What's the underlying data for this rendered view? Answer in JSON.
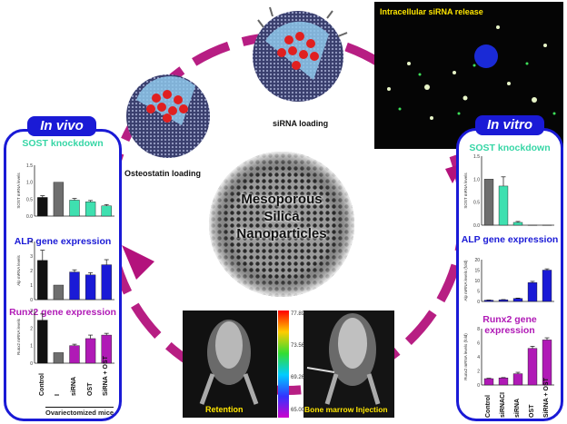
{
  "center_title": [
    "Mesoporous",
    "Silica",
    "Nanoparticles"
  ],
  "top_photo_caption": "Intracellular siRNA release",
  "particle_captions": {
    "left": "Osteostatin loading",
    "right": "siRNA loading"
  },
  "xray": {
    "left_label": "Retention",
    "right_label": "Bone marrow Injection",
    "scale_ticks": [
      "77.89",
      "73.56",
      "69.26",
      "65.00"
    ]
  },
  "in_vivo": {
    "header": "In vivo",
    "group_caption": "Ovariectomized mice",
    "x_labels": [
      "Control",
      "I",
      "siRNA",
      "OST",
      "SiRNA + OST"
    ],
    "charts": [
      {
        "title": "SOST knockdown",
        "ylabel": "SOST mRNA levels",
        "yticks": [
          "0.0",
          "0.5",
          "1.0",
          "1.5"
        ],
        "ymax": 1.5,
        "values": [
          0.55,
          1.0,
          0.47,
          0.42,
          0.3
        ],
        "errors": [
          0.05,
          0,
          0.05,
          0.04,
          0.04
        ],
        "colors": [
          "#111111",
          "#6e6e6e",
          "#3fe0b0",
          "#3fe0b0",
          "#3fe0b0"
        ]
      },
      {
        "title": "ALP gene expression",
        "ylabel": "Alp mRNA levels",
        "yticks": [
          "0",
          "1",
          "2",
          "3",
          "4"
        ],
        "ymax": 4,
        "values": [
          2.7,
          1.0,
          1.9,
          1.7,
          2.4
        ],
        "errors": [
          0.7,
          0,
          0.15,
          0.15,
          0.35
        ],
        "colors": [
          "#111111",
          "#6e6e6e",
          "#1a1ad6",
          "#1a1ad6",
          "#1a1ad6"
        ]
      },
      {
        "title": "Runx2 gene expression",
        "ylabel": "Runx2 mRNA levels",
        "yticks": [
          "0",
          "1",
          "2",
          "3"
        ],
        "ymax": 3,
        "values": [
          2.45,
          0.6,
          1.0,
          1.4,
          1.6
        ],
        "errors": [
          0.35,
          0,
          0.08,
          0.2,
          0.1
        ],
        "colors": [
          "#111111",
          "#6e6e6e",
          "#b01ab6",
          "#b01ab6",
          "#b01ab6"
        ]
      }
    ]
  },
  "in_vitro": {
    "header": "In vitro",
    "x_labels": [
      "Control",
      "siRNACI",
      "siRNA",
      "OST",
      "SiRNA + OST"
    ],
    "charts": [
      {
        "title": "SOST knockdown",
        "ylabel": "SOST mRNA levels",
        "yticks": [
          "0.0",
          "0.5",
          "1.0",
          "1.5"
        ],
        "ymax": 1.5,
        "values": [
          1.0,
          0.85,
          0.06,
          0.0,
          0.0
        ],
        "errors": [
          0,
          0.2,
          0.02,
          0,
          0
        ],
        "colors": [
          "#6e6e6e",
          "#3fe0b0",
          "#3fe0b0",
          "#3fe0b0",
          "#3fe0b0"
        ]
      },
      {
        "title": "ALP gene expression",
        "ylabel": "Alp mRNA levels (fold)",
        "yticks": [
          "0",
          "5",
          "10",
          "15",
          "20"
        ],
        "ymax": 20,
        "values": [
          0.6,
          0.8,
          1.4,
          9.0,
          15.0
        ],
        "errors": [
          0.1,
          0.1,
          0.2,
          0.6,
          0.6
        ],
        "colors": [
          "#1a1ad6",
          "#1a1ad6",
          "#1a1ad6",
          "#1a1ad6",
          "#1a1ad6"
        ]
      },
      {
        "title": "Runx2 gene expression",
        "ylabel": "Runx2 mRNA levels (fold)",
        "yticks": [
          "0",
          "2",
          "4",
          "6",
          "8"
        ],
        "ymax": 8,
        "values": [
          0.9,
          1.0,
          1.6,
          5.2,
          6.4
        ],
        "errors": [
          0.05,
          0.05,
          0.2,
          0.3,
          0.3
        ],
        "colors": [
          "#b01ab6",
          "#b01ab6",
          "#b01ab6",
          "#b01ab6",
          "#b01ab6"
        ]
      }
    ]
  },
  "chart_data": [
    {
      "type": "bar",
      "title": "SOST knockdown",
      "categories": [
        "Control",
        "I",
        "siRNA",
        "OST",
        "SiRNA + OST"
      ],
      "values": [
        0.55,
        1.0,
        0.47,
        0.42,
        0.3
      ],
      "ylim": [
        0,
        1.5
      ]
    },
    {
      "type": "bar",
      "title": "ALP gene expression",
      "categories": [
        "Control",
        "I",
        "siRNA",
        "OST",
        "SiRNA + OST"
      ],
      "values": [
        2.7,
        1.0,
        1.9,
        1.7,
        2.4
      ],
      "ylim": [
        0,
        4
      ]
    },
    {
      "type": "bar",
      "title": "Runx2 gene expression",
      "categories": [
        "Control",
        "I",
        "siRNA",
        "OST",
        "SiRNA + OST"
      ],
      "values": [
        2.45,
        0.6,
        1.0,
        1.4,
        1.6
      ],
      "ylim": [
        0,
        3
      ]
    },
    {
      "type": "bar",
      "title": "SOST knockdown",
      "categories": [
        "Control",
        "siRNACI",
        "siRNA",
        "OST",
        "SiRNA + OST"
      ],
      "values": [
        1.0,
        0.85,
        0.06,
        0.0,
        0.0
      ],
      "ylim": [
        0,
        1.5
      ]
    },
    {
      "type": "bar",
      "title": "ALP gene expression",
      "categories": [
        "Control",
        "siRNACI",
        "siRNA",
        "OST",
        "SiRNA + OST"
      ],
      "values": [
        0.6,
        0.8,
        1.4,
        9.0,
        15.0
      ],
      "ylim": [
        0,
        20
      ]
    },
    {
      "type": "bar",
      "title": "Runx2 gene expression",
      "categories": [
        "Control",
        "siRNACI",
        "siRNA",
        "OST",
        "SiRNA + OST"
      ],
      "values": [
        0.9,
        1.0,
        1.6,
        5.2,
        6.4
      ],
      "ylim": [
        0,
        8
      ]
    }
  ]
}
